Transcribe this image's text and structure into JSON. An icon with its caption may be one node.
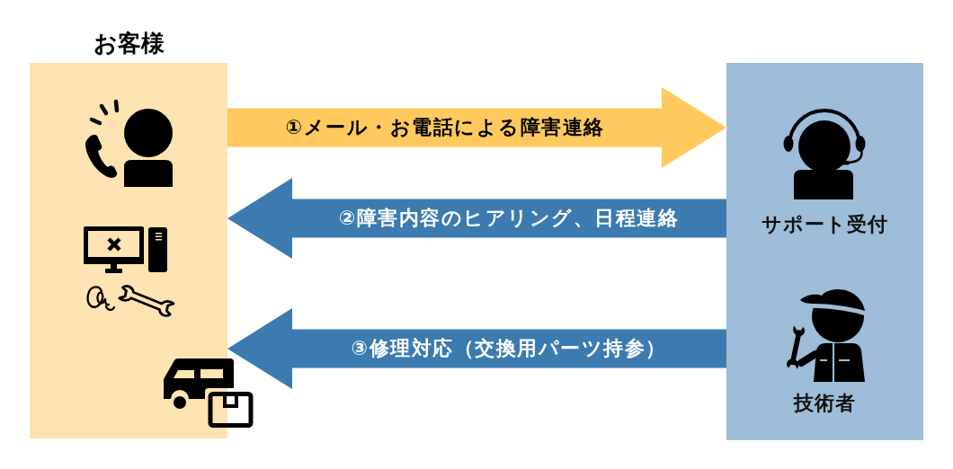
{
  "diagram": {
    "nodes": [
      {
        "text": [
          "お客様"
        ]
      },
      {
        "text": [],
        "shape": "box"
      },
      {
        "text": [
          "サポート受付"
        ],
        "in": 1
      },
      {
        "text": [
          "技術者"
        ],
        "in": 1
      }
    ],
    "edges": [
      {
        "from": 0,
        "to": 2,
        "arrow": "to",
        "label": "①メール・お電話による障害連絡",
        "color": "#ffc95e"
      },
      {
        "from": 2,
        "to": 0,
        "arrow": "to",
        "label": "②障害内容のヒアリング、日程連絡"
      },
      {
        "from": 3,
        "to": 0,
        "arrow": "to",
        "label": "③修理対応（交換用パーツ持参）"
      }
    ]
  }
}
